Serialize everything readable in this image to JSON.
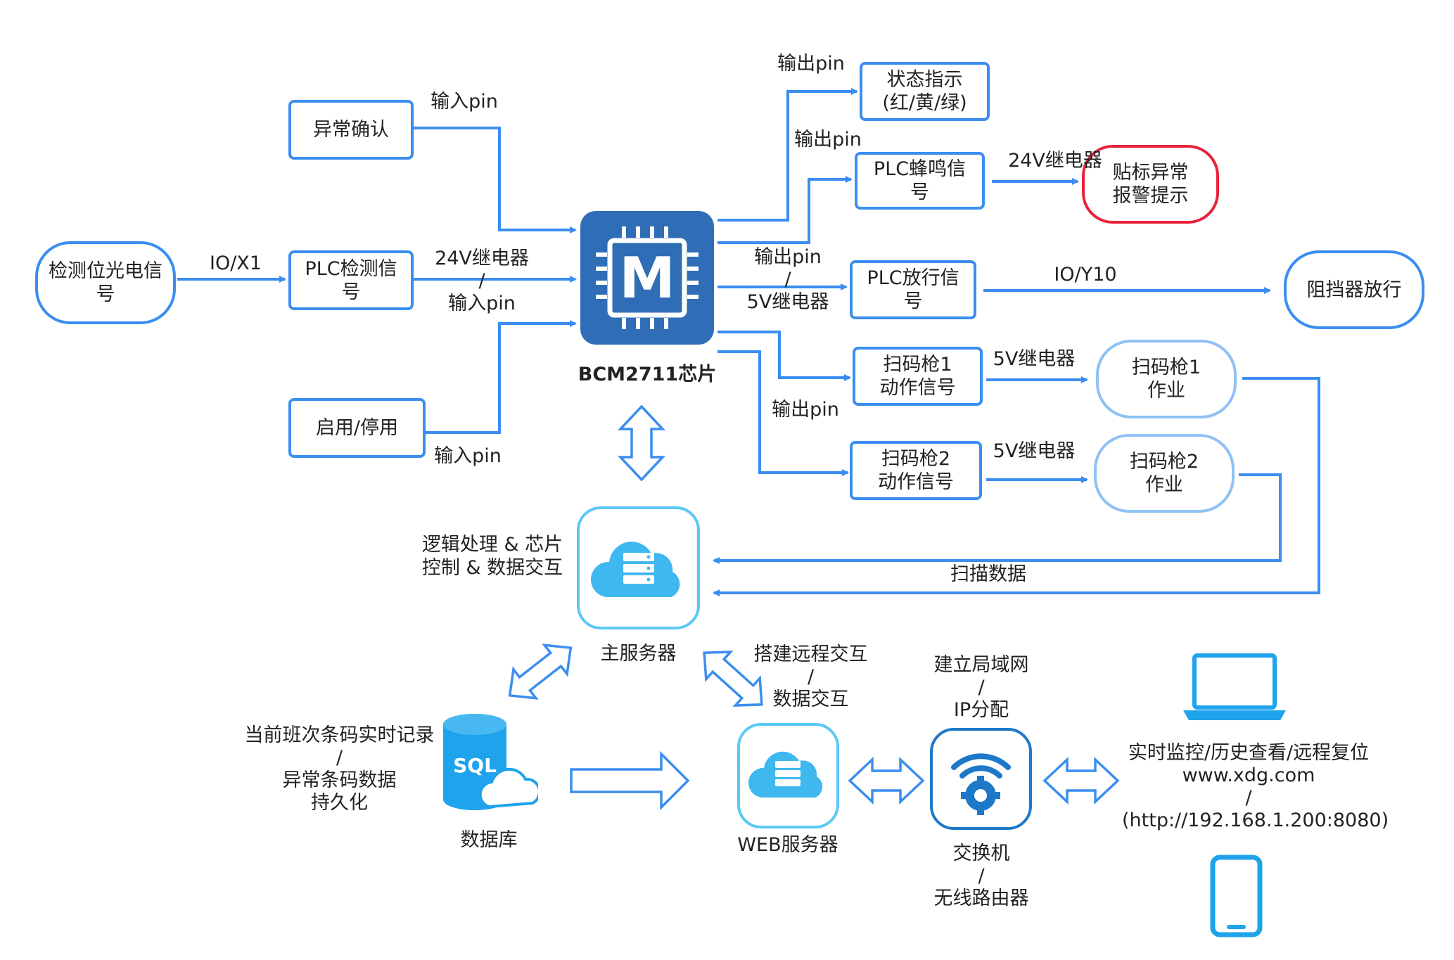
{
  "chip": {
    "letter": "M",
    "caption": "BCM2711芯片"
  },
  "inputs": {
    "sensor": "检测位光电信\n号",
    "ack": "异常确认",
    "plc_detect": "PLC检测信\n号",
    "enable": "启用/停用"
  },
  "outputs": {
    "status": "状态指示\n(红/黄/绿)",
    "buzzer": "PLC蜂鸣信\n号",
    "alarm": "贴标异常\n报警提示",
    "release": "PLC放行信\n号",
    "blocker": "阻挡器放行",
    "scan1_signal": "扫码枪1\n动作信号",
    "scan1_work": "扫码枪1\n作业",
    "scan2_signal": "扫码枪2\n动作信号",
    "scan2_work": "扫码枪2\n作业"
  },
  "edge_labels": {
    "io_x1": "IO/X1",
    "input_pin_ack": "输入pin",
    "relay_input": "24V继电器\n/\n输入pin",
    "input_pin_enable": "输入pin",
    "output_pin_status": "输出pin",
    "output_pin_buzzer": "输出pin",
    "relay_24v": "24V继电器",
    "output_pin_release": "输出pin\n/\n5V继电器",
    "io_y10": "IO/Y10",
    "relay_5v_1": "5V继电器",
    "relay_5v_2": "5V继电器",
    "output_pin_scan": "输出pin",
    "scan_data": "扫描数据"
  },
  "server": {
    "desc": "逻辑处理 & 芯片\n控制 & 数据交互",
    "name": "主服务器"
  },
  "remote": {
    "label": "搭建远程交互\n/\n数据交互"
  },
  "database": {
    "icon_text": "SQL",
    "desc": "当前班次条码实时记录\n/\n异常条码数据\n持久化",
    "name": "数据库"
  },
  "web": {
    "name": "WEB服务器"
  },
  "switch": {
    "top": "建立局域网\n/\nIP分配",
    "bottom": "交换机\n/\n无线路由器"
  },
  "clients": {
    "text": "实时监控/历史查看/远程复位\nwww.xdg.com\n/\n(http://192.168.1.200:8080)"
  },
  "colors": {
    "line": "#3b8ef0",
    "chip": "#2f6db6",
    "cloud": "#3fb8f0",
    "alarm": "#e8233b",
    "device": "#1ea3ec"
  },
  "icons": {
    "cloud_server": "cloud-server-icon",
    "db": "database-icon",
    "wifi": "wifi-gear-icon",
    "laptop": "laptop-icon",
    "phone": "phone-icon"
  }
}
